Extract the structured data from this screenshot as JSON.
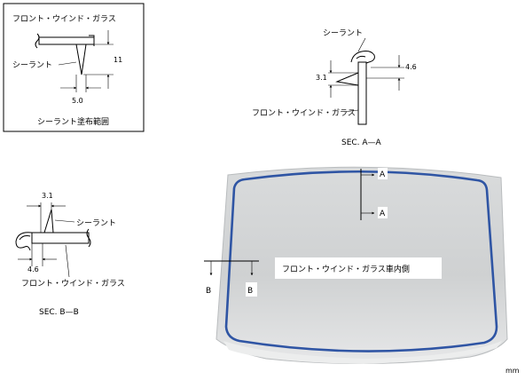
{
  "detail_box": {
    "glass_label": "フロント・ウインド・ガラス",
    "sealant_label": "シーラント",
    "dim_height": "11",
    "dim_width": "5.0",
    "caption": "シーラント塗布範囲"
  },
  "section_a": {
    "sealant_label": "シーラント",
    "dim_left": "3.1",
    "dim_right": "4.6",
    "glass_label": "フロント・ウインド・ガラス",
    "title": "SEC. A—A"
  },
  "section_b": {
    "dim_top": "3.1",
    "sealant_label": "シーラント",
    "dim_bottom": "4.6",
    "glass_label": "フロント・ウインド・ガラス",
    "title": "SEC. B—B"
  },
  "windshield": {
    "center_label": "フロント・ウインド・ガラス車内側",
    "marker_a_top": "A",
    "marker_a_mid": "A",
    "marker_b_left": "B",
    "marker_b_inner": "B",
    "colors": {
      "sealant_bead": "#2f55a4",
      "glass_fill": "#cfd2d3"
    }
  },
  "unit_label": "mm"
}
